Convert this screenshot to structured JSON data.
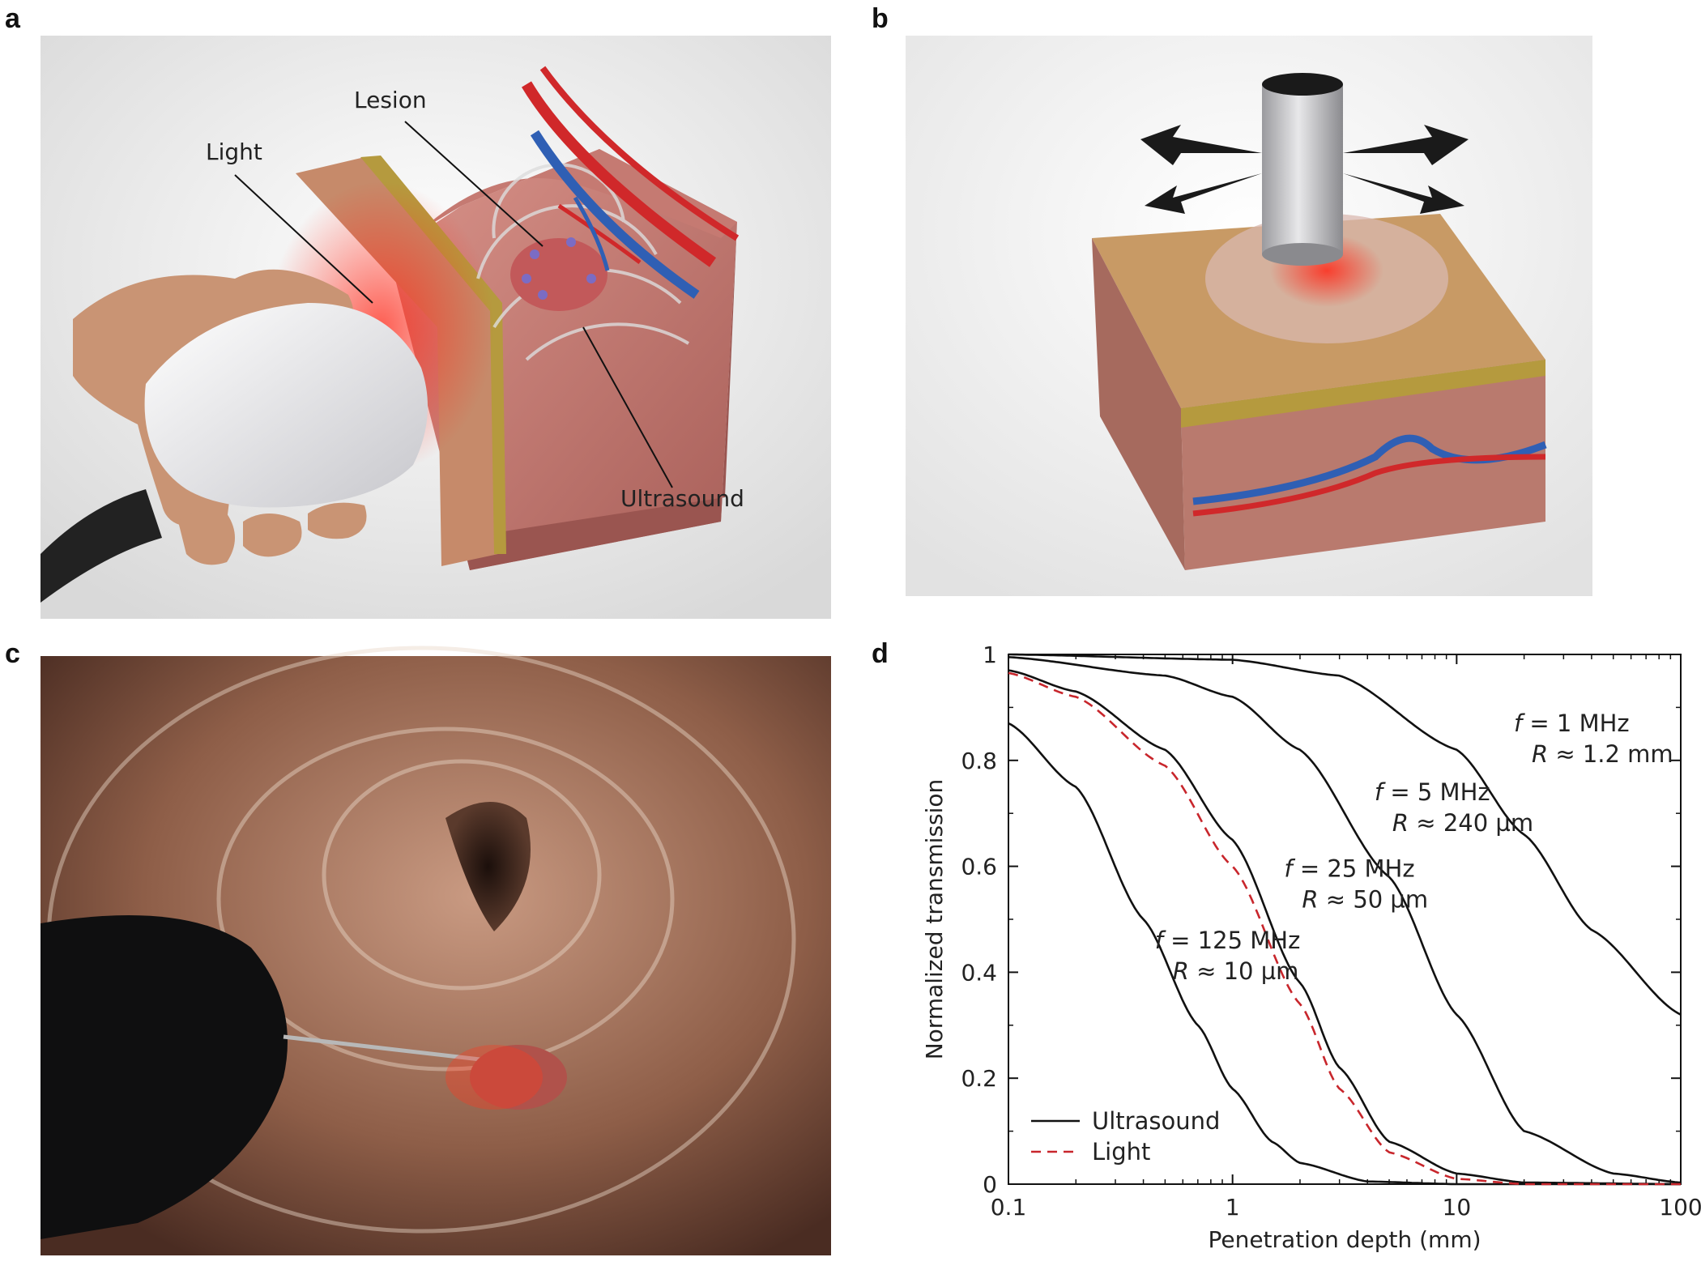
{
  "panels": {
    "a": {
      "letter": "a",
      "labels": {
        "lesion": "Lesion",
        "light": "Light",
        "ultrasound": "Ultrasound"
      }
    },
    "b": {
      "letter": "b"
    },
    "c": {
      "letter": "c"
    },
    "d": {
      "letter": "d"
    }
  },
  "colors": {
    "ultrasound_line": "#111111",
    "light_line": "#c8262c",
    "tissue": "#b8726a",
    "skin": "#c8955e",
    "artery": "#d0282a",
    "vein": "#2f5fb4"
  },
  "chart_data": {
    "type": "line",
    "x_scale": "log",
    "xlabel": "Penetration depth (mm)",
    "ylabel": "Normalized transmission",
    "xlim": [
      0.1,
      100
    ],
    "ylim": [
      0,
      1
    ],
    "x_ticks": [
      "0.1",
      "1",
      "10",
      "100"
    ],
    "y_ticks": [
      "0",
      "0.2",
      "0.4",
      "0.6",
      "0.8",
      "1"
    ],
    "grid": false,
    "legend_position": "bottom-left",
    "legend": [
      {
        "label": "Ultrasound",
        "style": "solid",
        "color": "#111111"
      },
      {
        "label": "Light",
        "style": "dashed",
        "color": "#c8262c"
      }
    ],
    "series": [
      {
        "group": "Ultrasound",
        "f_label": "= 1 MHz",
        "r_label": "≈ 1.2 mm",
        "points": [
          [
            0.1,
            1.0
          ],
          [
            1,
            0.99
          ],
          [
            3,
            0.96
          ],
          [
            10,
            0.82
          ],
          [
            20,
            0.66
          ],
          [
            40,
            0.48
          ],
          [
            100,
            0.32
          ]
        ]
      },
      {
        "group": "Ultrasound",
        "f_label": "= 5 MHz",
        "r_label": "≈ 240 µm",
        "points": [
          [
            0.1,
            0.995
          ],
          [
            0.5,
            0.96
          ],
          [
            1,
            0.92
          ],
          [
            2,
            0.82
          ],
          [
            5,
            0.58
          ],
          [
            10,
            0.32
          ],
          [
            20,
            0.1
          ],
          [
            50,
            0.02
          ],
          [
            100,
            0.003
          ]
        ]
      },
      {
        "group": "Ultrasound",
        "f_label": "= 25 MHz",
        "r_label": "≈ 50 µm",
        "points": [
          [
            0.1,
            0.97
          ],
          [
            0.2,
            0.93
          ],
          [
            0.5,
            0.82
          ],
          [
            1,
            0.65
          ],
          [
            2,
            0.38
          ],
          [
            3,
            0.22
          ],
          [
            5,
            0.08
          ],
          [
            10,
            0.02
          ],
          [
            20,
            0.003
          ],
          [
            100,
            0.0
          ]
        ]
      },
      {
        "group": "Ultrasound",
        "f_label": "= 125 MHz",
        "r_label": "≈ 10 µm",
        "points": [
          [
            0.1,
            0.87
          ],
          [
            0.2,
            0.75
          ],
          [
            0.4,
            0.5
          ],
          [
            0.7,
            0.3
          ],
          [
            1,
            0.18
          ],
          [
            1.5,
            0.08
          ],
          [
            2,
            0.04
          ],
          [
            4,
            0.005
          ],
          [
            10,
            0.0
          ],
          [
            100,
            0.0
          ]
        ]
      },
      {
        "group": "Light",
        "points": [
          [
            0.1,
            0.965
          ],
          [
            0.2,
            0.92
          ],
          [
            0.5,
            0.79
          ],
          [
            1,
            0.6
          ],
          [
            2,
            0.34
          ],
          [
            3,
            0.18
          ],
          [
            5,
            0.06
          ],
          [
            10,
            0.01
          ],
          [
            20,
            0.0
          ],
          [
            100,
            0.0
          ]
        ]
      }
    ]
  }
}
